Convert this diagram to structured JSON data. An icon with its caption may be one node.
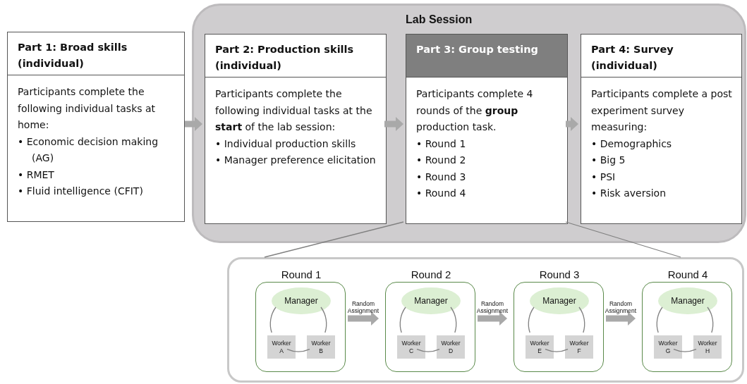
{
  "diagram": {
    "nodes": [
      {
        "text": [
          "Lab Session"
        ]
      },
      {
        "text": [
          "Part 1: Broad skills (individual)",
          "Participants complete the following individual tasks at home:",
          "• Economic decision making (AG)",
          "• RMET",
          "• Fluid intelligence (CFIT)"
        ]
      },
      {
        "text": [
          "Part 2: Production skills (individual)",
          "Participants complete the following individual tasks at the **start** of the lab session:",
          "• Individual production skills",
          "• Manager preference elicitation"
        ],
        "in": 0
      },
      {
        "text": [
          "Part 3: Group testing",
          "Participants complete 4 rounds of the **group** production task.",
          "• Round 1",
          "• Round 2",
          "• Round 3",
          "• Round 4"
        ],
        "in": 0
      },
      {
        "text": [
          "Part 4: Survey (individual)",
          "Participants complete a post experiment survey measuring:",
          "• Demographics",
          "• Big 5",
          "• PSI",
          "• Risk aversion"
        ],
        "in": 0
      },
      {
        "text": [],
        "shape": "box"
      },
      {
        "text": [
          "Round 1"
        ],
        "in": 5
      },
      {
        "text": [
          "Manager"
        ],
        "in": 6
      },
      {
        "text": [
          "Worker A"
        ],
        "in": 6
      },
      {
        "text": [
          "Worker B"
        ],
        "in": 6
      },
      {
        "text": [
          "Round 2"
        ],
        "in": 5
      },
      {
        "text": [
          "Manager"
        ],
        "in": 10
      },
      {
        "text": [
          "Worker C"
        ],
        "in": 10
      },
      {
        "text": [
          "Worker D"
        ],
        "in": 10
      },
      {
        "text": [
          "Round 3"
        ],
        "in": 5
      },
      {
        "text": [
          "Manager"
        ],
        "in": 14
      },
      {
        "text": [
          "Worker E"
        ],
        "in": 14
      },
      {
        "text": [
          "Worker F"
        ],
        "in": 14
      },
      {
        "text": [
          "Round 4"
        ],
        "in": 5
      },
      {
        "text": [
          "Manager"
        ],
        "in": 18
      },
      {
        "text": [
          "Worker G"
        ],
        "in": 18
      },
      {
        "text": [
          "Worker H"
        ],
        "in": 18
      }
    ],
    "edges": [
      {
        "from": 1,
        "to": 2,
        "arrow": "to",
        "style": "thick"
      },
      {
        "from": 2,
        "to": 3,
        "arrow": "to",
        "style": "thick"
      },
      {
        "from": 3,
        "to": 4,
        "arrow": "to",
        "style": "thick"
      },
      {
        "from": 3,
        "to": 5,
        "arrow": "none"
      },
      {
        "from": 3,
        "to": 5,
        "arrow": "none"
      },
      {
        "from": 7,
        "to": 8,
        "arrow": "none"
      },
      {
        "from": 8,
        "to": 9,
        "arrow": "none"
      },
      {
        "from": 9,
        "to": 7,
        "arrow": "none"
      },
      {
        "from": 6,
        "to": 10,
        "arrow": "to",
        "label": "Random Assignment",
        "style": "thick"
      },
      {
        "from": 11,
        "to": 12,
        "arrow": "none"
      },
      {
        "from": 12,
        "to": 13,
        "arrow": "none"
      },
      {
        "from": 13,
        "to": 11,
        "arrow": "none"
      },
      {
        "from": 10,
        "to": 14,
        "arrow": "to",
        "label": "Random Assignment",
        "style": "thick"
      },
      {
        "from": 15,
        "to": 16,
        "arrow": "none"
      },
      {
        "from": 16,
        "to": 17,
        "arrow": "none"
      },
      {
        "from": 17,
        "to": 15,
        "arrow": "none"
      },
      {
        "from": 14,
        "to": 18,
        "arrow": "to",
        "label": "Random Assignment",
        "style": "thick"
      },
      {
        "from": 19,
        "to": 20,
        "arrow": "none"
      },
      {
        "from": 20,
        "to": 21,
        "arrow": "none"
      },
      {
        "from": 21,
        "to": 19,
        "arrow": "none"
      }
    ]
  }
}
